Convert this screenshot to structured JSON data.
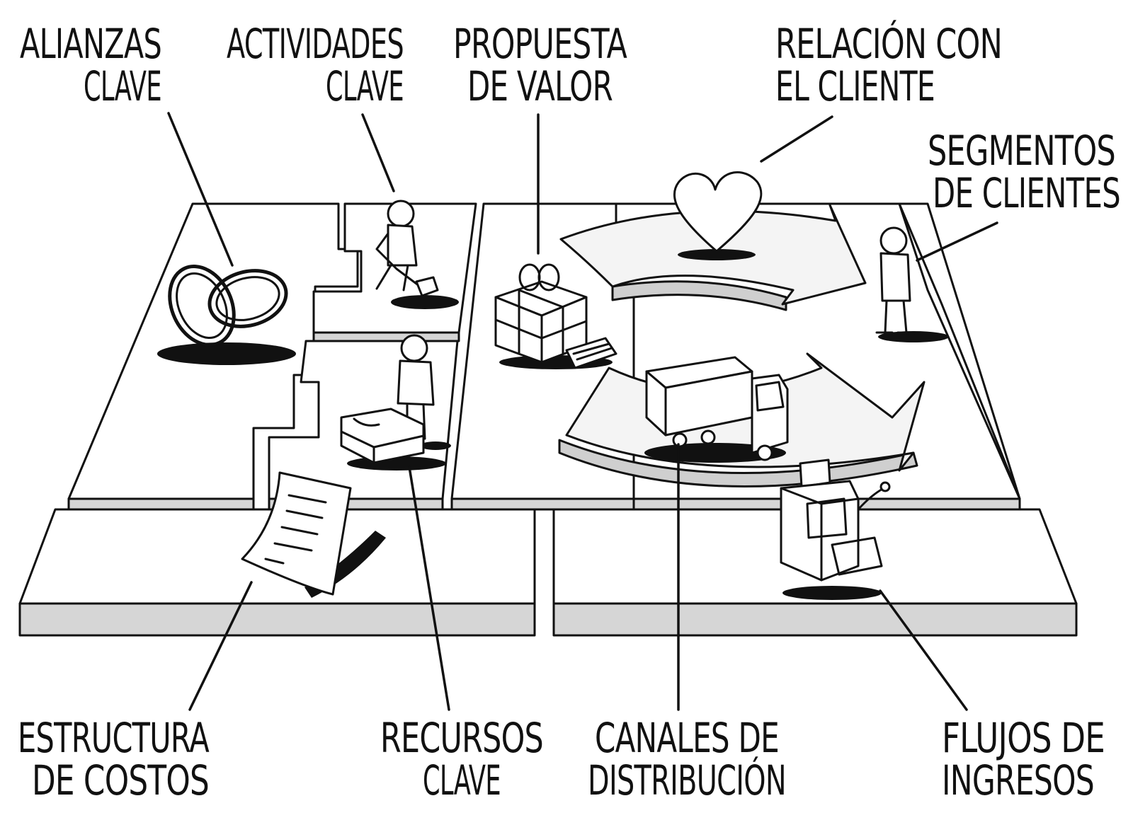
{
  "blocks": {
    "key_partners": {
      "line1": "ALIANZAS",
      "line2": "CLAVE"
    },
    "key_activities": {
      "line1": "ACTIVIDADES",
      "line2": "CLAVE"
    },
    "value_prop": {
      "line1": "PROPUESTA",
      "line2": "DE VALOR"
    },
    "customer_rel": {
      "line1": "RELACIÓN CON",
      "line2": "EL CLIENTE"
    },
    "segments": {
      "line1": "SEGMENTOS",
      "line2": "DE CLIENTES"
    },
    "cost_structure": {
      "line1": "ESTRUCTURA",
      "line2": "DE COSTOS"
    },
    "key_resources": {
      "line1": "RECURSOS",
      "line2": "CLAVE"
    },
    "channels": {
      "line1": "CANALES DE",
      "line2": "DISTRIBUCIÓN"
    },
    "revenue": {
      "line1": "FLUJOS DE",
      "line2": "INGRESOS"
    }
  },
  "icons": {
    "key_partners": "rings-icon",
    "key_activities": "digging-person-icon",
    "key_resources": "person-with-machine-icon",
    "value_prop": "gift-box-icon",
    "customer_rel": "heart-icon",
    "segments": "customer-person-icon",
    "channels": "truck-icon",
    "cost_structure": "document-icon",
    "revenue": "cash-register-icon"
  },
  "colors": {
    "ink": "#111111",
    "board_side": "#d6d6d6",
    "background": "#ffffff"
  }
}
